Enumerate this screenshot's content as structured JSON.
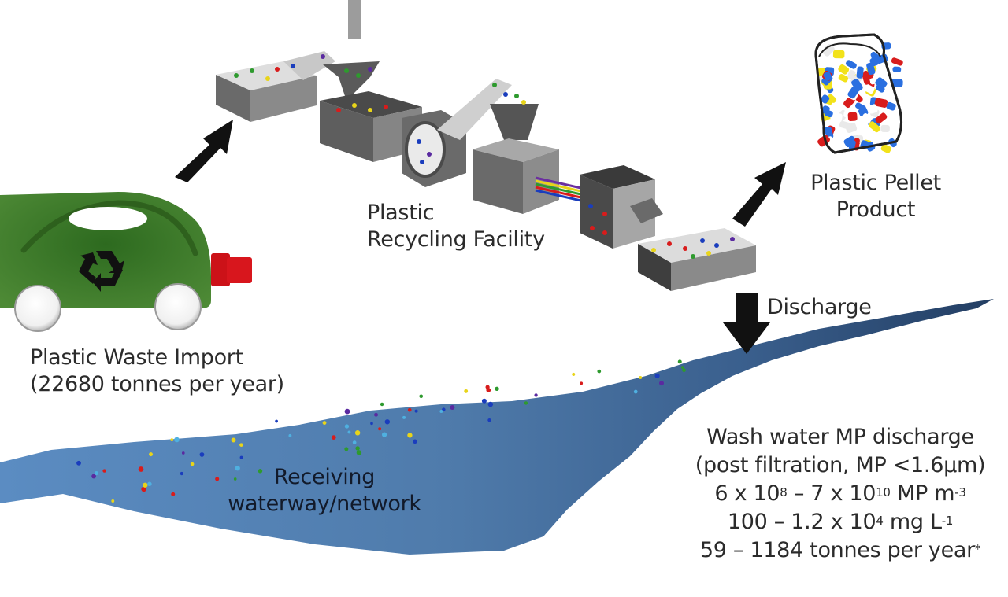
{
  "diagram": {
    "title": "Plastic recycling facility microplastic discharge pathway",
    "nodes": {
      "import": {
        "line1": "Plastic Waste Import",
        "line2": "(22680 tonnes per year)",
        "icon": "recycling-truck-icon"
      },
      "facility": {
        "line1": "Plastic",
        "line2": "Recycling Facility",
        "icon": "recycling-machinery-icon"
      },
      "product": {
        "line1": "Plastic Pellet",
        "line2": "Product",
        "icon": "pellet-bag-icon"
      },
      "discharge": {
        "label": "Discharge"
      },
      "waterway": {
        "line1": "Receiving",
        "line2": "waterway/network"
      },
      "washwater": {
        "line1": "Wash water MP discharge",
        "line2": "(post filtration, MP <1.6µm)",
        "line3": {
          "a": "6 x 10",
          "a_exp": "8",
          "b": " – 7 x 10",
          "b_exp": "10",
          "c": " MP m",
          "c_exp": "-3"
        },
        "line4": {
          "a": "100 – 1.2 x 10",
          "a_exp": "4",
          "b": " mg L",
          "b_exp": "-1"
        },
        "line5": {
          "a": "59 – 1184 tonnes per year",
          "a_exp": "*"
        }
      }
    },
    "arrows": [
      {
        "from": "import",
        "to": "facility"
      },
      {
        "from": "facility",
        "to": "product"
      },
      {
        "from": "facility",
        "to": "waterway",
        "label": "Discharge"
      }
    ],
    "colors": {
      "truck": "#3f7a2a",
      "truck_cap": "#d0161c",
      "machine_dark": "#555555",
      "machine_light": "#9a9a9a",
      "water_dark": "#2c4f78",
      "water_light": "#5a87ba",
      "arrow": "#111111"
    }
  }
}
